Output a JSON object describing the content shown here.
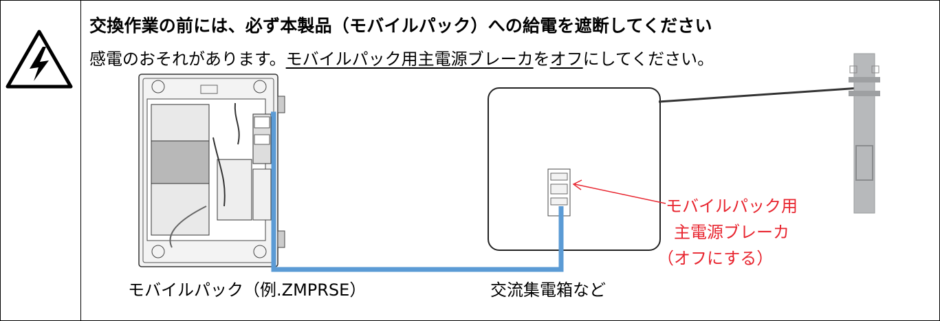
{
  "warning": {
    "icon": "electric-shock-warning-icon",
    "title": "交換作業の前には、必ず本製品（モバイルパック）への給電を遮断してください",
    "body": {
      "intro": "感電のおそれがあります。",
      "breaker_name": "モバイルパック用主電源ブレーカ",
      "particle": "を",
      "action": "オフ",
      "ending": "にしてください。"
    }
  },
  "diagram": {
    "mobile_pack_caption": "モバイルパック（例.ZMPRSE）",
    "ac_box_caption": "交流集電箱など",
    "breaker_label": {
      "line1": "モバイルパック用",
      "line2": "主電源ブレーカ",
      "line3": "（オフにする）"
    },
    "colors": {
      "cable": "#5b9bd5",
      "callout": "#e8252f",
      "pole": "#b7b9bb"
    }
  }
}
